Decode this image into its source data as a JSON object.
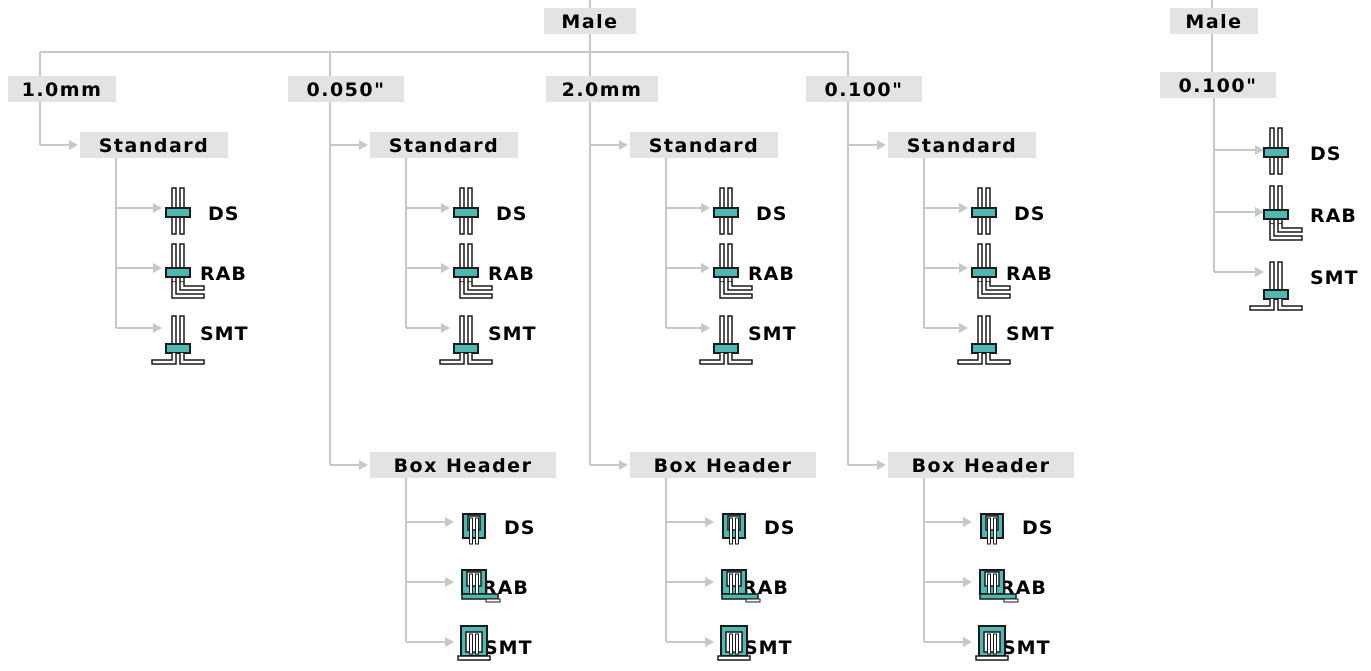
{
  "colors": {
    "label_background": "#e3e3e3",
    "connector": "#c8c8c8",
    "accent_teal": "#4fb8b0",
    "outline": "#1a1a1a"
  },
  "left_tree": {
    "root": "Male",
    "sizes": [
      {
        "label": "1.0mm",
        "groups": [
          {
            "label": "Standard",
            "items": [
              "DS",
              "RAB",
              "SMT"
            ]
          }
        ]
      },
      {
        "label": "0.050\"",
        "groups": [
          {
            "label": "Standard",
            "items": [
              "DS",
              "RAB",
              "SMT"
            ]
          },
          {
            "label": "Box Header",
            "items": [
              "DS",
              "RAB",
              "SMT"
            ]
          }
        ]
      },
      {
        "label": "2.0mm",
        "groups": [
          {
            "label": "Standard",
            "items": [
              "DS",
              "RAB",
              "SMT"
            ]
          },
          {
            "label": "Box Header",
            "items": [
              "DS",
              "RAB",
              "SMT"
            ]
          }
        ]
      },
      {
        "label": "0.100\"",
        "groups": [
          {
            "label": "Standard",
            "items": [
              "DS",
              "RAB",
              "SMT"
            ]
          },
          {
            "label": "Box Header",
            "items": [
              "DS",
              "RAB",
              "SMT"
            ]
          }
        ]
      }
    ]
  },
  "right_tree": {
    "root": "Male",
    "size": "0.100\"",
    "items": [
      "DS",
      "RAB",
      "SMT"
    ]
  }
}
